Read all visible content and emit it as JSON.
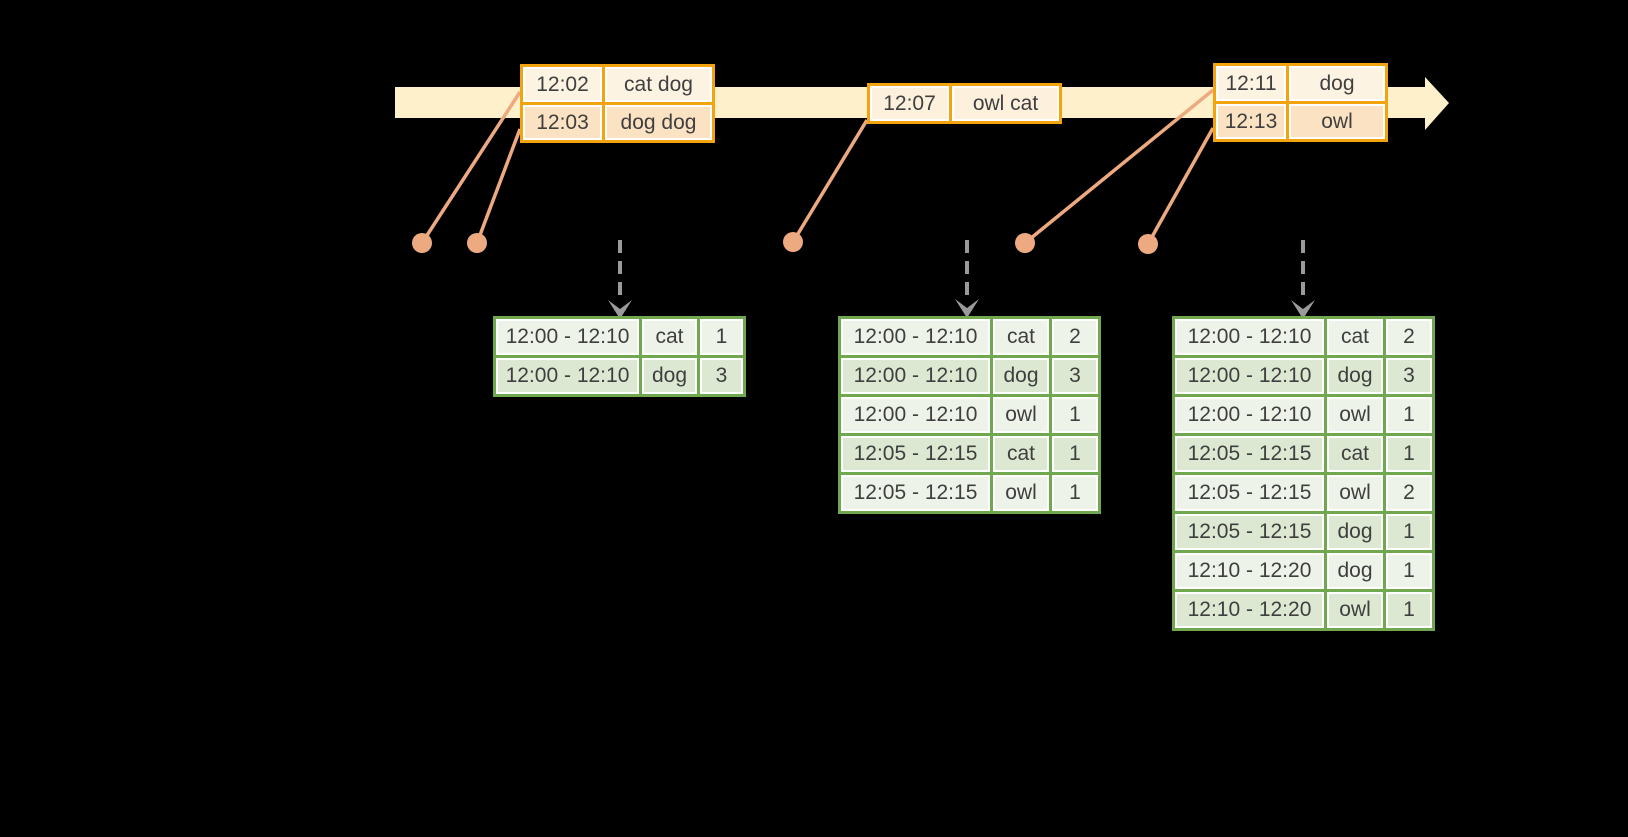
{
  "colors": {
    "background": "#000000",
    "timeline_band": "#fdf0ca",
    "event_border": "#f2a30e",
    "event_row_peach": "#fbe2c2",
    "event_row_cream": "#fdf3e3",
    "event_row_single": "#fdf0dd",
    "connector": "#edaa80",
    "arrow_gray": "#9a9a9a",
    "result_border": "#6fa84f",
    "result_row_dark": "#dce8d2",
    "result_row_light": "#eef3e9",
    "text": "#3f3f3f"
  },
  "icons": {
    "timeline_arrowhead": "filled right-pointing triangle",
    "event_dot": "filled circle marker",
    "trigger_arrow": "gray dashed downward arrow"
  },
  "timeline": {
    "event_tables": [
      {
        "rows": [
          {
            "time": "12:02",
            "words": "cat dog"
          },
          {
            "time": "12:03",
            "words": "dog dog"
          }
        ]
      },
      {
        "rows": [
          {
            "time": "12:07",
            "words": "owl cat"
          }
        ]
      },
      {
        "rows": [
          {
            "time": "12:11",
            "words": "dog"
          },
          {
            "time": "12:13",
            "words": "owl"
          }
        ]
      }
    ]
  },
  "result_tables": [
    {
      "rows": [
        {
          "window": "12:00 - 12:10",
          "word": "cat",
          "count": "1"
        },
        {
          "window": "12:00 - 12:10",
          "word": "dog",
          "count": "3"
        }
      ]
    },
    {
      "rows": [
        {
          "window": "12:00 - 12:10",
          "word": "cat",
          "count": "2"
        },
        {
          "window": "12:00 - 12:10",
          "word": "dog",
          "count": "3"
        },
        {
          "window": "12:00 - 12:10",
          "word": "owl",
          "count": "1"
        },
        {
          "window": "12:05 - 12:15",
          "word": "cat",
          "count": "1"
        },
        {
          "window": "12:05 - 12:15",
          "word": "owl",
          "count": "1"
        }
      ]
    },
    {
      "rows": [
        {
          "window": "12:00 - 12:10",
          "word": "cat",
          "count": "2"
        },
        {
          "window": "12:00 - 12:10",
          "word": "dog",
          "count": "3"
        },
        {
          "window": "12:00 - 12:10",
          "word": "owl",
          "count": "1"
        },
        {
          "window": "12:05 - 12:15",
          "word": "cat",
          "count": "1"
        },
        {
          "window": "12:05 - 12:15",
          "word": "owl",
          "count": "2"
        },
        {
          "window": "12:05 - 12:15",
          "word": "dog",
          "count": "1"
        },
        {
          "window": "12:10 - 12:20",
          "word": "dog",
          "count": "1"
        },
        {
          "window": "12:10 - 12:20",
          "word": "owl",
          "count": "1"
        }
      ]
    }
  ]
}
